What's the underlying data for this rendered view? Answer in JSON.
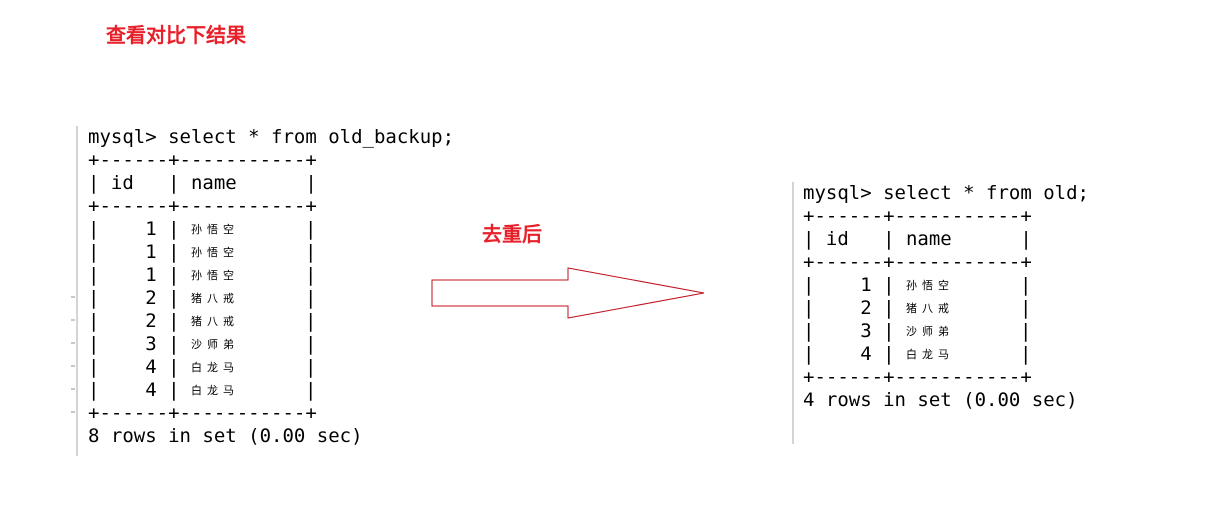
{
  "heading": "查看对比下结果",
  "transition_label": "去重后",
  "colors": {
    "annotation": "#e8202a",
    "arrow_stroke": "#c0101e"
  },
  "left_terminal": {
    "command": "mysql> select * from old_backup;",
    "border": "+------+-----------+",
    "header_id": "id",
    "header_name": "name",
    "rows": [
      {
        "id": "1",
        "name": "孙悟空"
      },
      {
        "id": "1",
        "name": "孙悟空"
      },
      {
        "id": "1",
        "name": "孙悟空"
      },
      {
        "id": "2",
        "name": "猪八戒"
      },
      {
        "id": "2",
        "name": "猪八戒"
      },
      {
        "id": "3",
        "name": "沙师弟"
      },
      {
        "id": "4",
        "name": "白龙马"
      },
      {
        "id": "4",
        "name": "白龙马"
      }
    ],
    "summary": "8 rows in set (0.00 sec)"
  },
  "right_terminal": {
    "command": "mysql> select * from old;",
    "border": "+------+-----------+",
    "header_id": "id",
    "header_name": "name",
    "rows": [
      {
        "id": "1",
        "name": "孙悟空"
      },
      {
        "id": "2",
        "name": "猪八戒"
      },
      {
        "id": "3",
        "name": "沙师弟"
      },
      {
        "id": "4",
        "name": "白龙马"
      }
    ],
    "summary": "4 rows in set (0.00 sec)"
  },
  "icons": {
    "arrow": "right-arrow-icon"
  }
}
